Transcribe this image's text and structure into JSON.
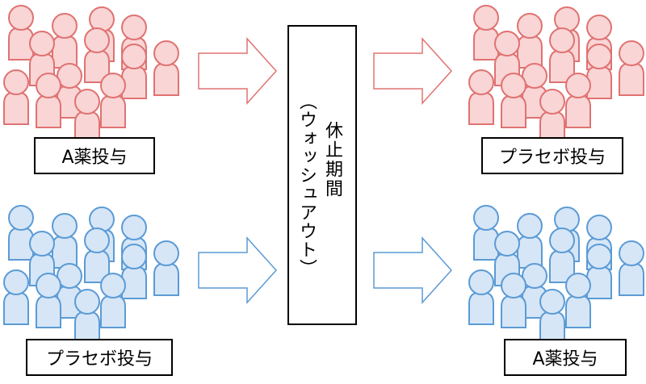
{
  "colors": {
    "red_fill": "#f9d5d5",
    "red_stroke": "#e07272",
    "blue_fill": "#d6e6f7",
    "blue_stroke": "#5b9bd5",
    "border": "#000000"
  },
  "groups": {
    "top_left_label": "A薬投与",
    "top_right_label": "プラセボ投与",
    "bottom_left_label": "プラセボ投与",
    "bottom_right_label": "A薬投与"
  },
  "washout": {
    "main": "休止期間",
    "sub": "（ウォッシュアウト）"
  }
}
